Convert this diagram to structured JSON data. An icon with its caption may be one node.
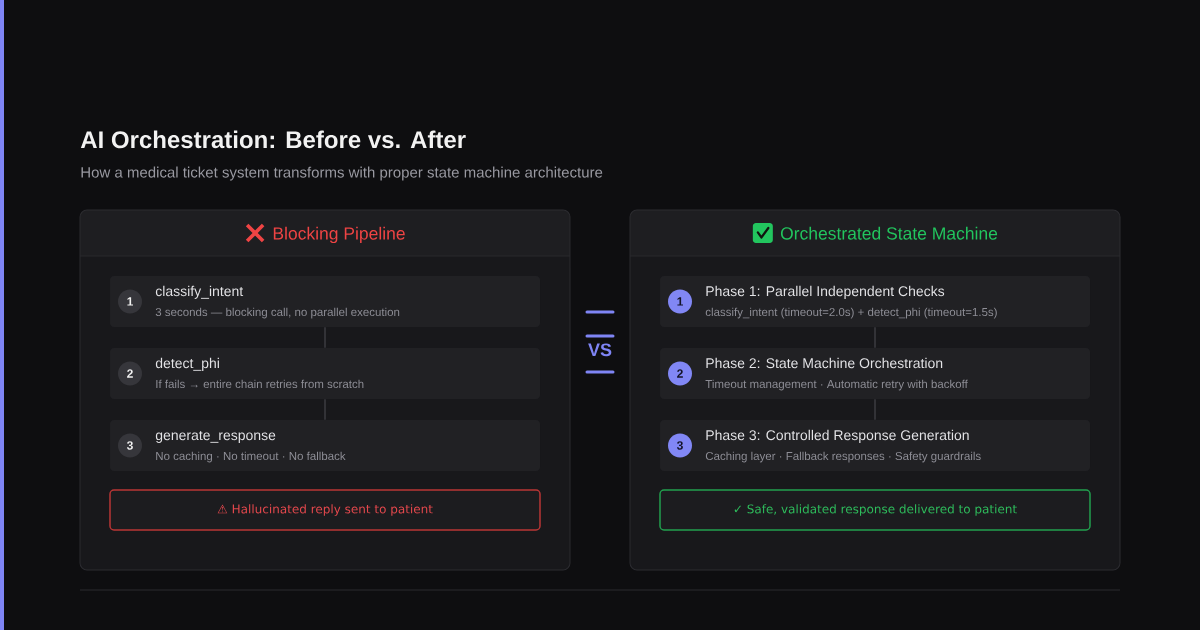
{
  "diagram": {
    "title": "AI Orchestration: Before vs. After",
    "nodes": [
      {
        "text": [
          "Blocking Pipeline"
        ]
      },
      {
        "text": [
          "classify_intent",
          "3 seconds — blocking call, no parallel execution"
        ],
        "in": 0
      },
      {
        "text": [
          "1"
        ],
        "in": 1
      },
      {
        "text": [
          "detect_phi",
          "If fails → entire chain retries from scratch"
        ],
        "in": 0
      },
      {
        "text": [
          "2"
        ],
        "in": 3
      },
      {
        "text": [
          "generate_response",
          "No caching · No timeout · No fallback"
        ],
        "in": 0
      },
      {
        "text": [
          "3"
        ],
        "in": 5
      },
      {
        "text": [
          "⚠ Hallucinated reply sent to patient"
        ],
        "in": 0
      },
      {
        "text": [
          "Orchestrated State Machine"
        ]
      },
      {
        "text": [
          "Phase 1: Parallel Independent Checks",
          "classify_intent (timeout=2.0s) + detect_phi (timeout=1.5s)"
        ],
        "in": 8
      },
      {
        "text": [
          "1"
        ],
        "in": 9
      },
      {
        "text": [
          "Phase 2: State Machine Orchestration",
          "Timeout management · Automatic retry with backoff"
        ],
        "in": 8
      },
      {
        "text": [
          "2"
        ],
        "in": 11
      },
      {
        "text": [
          "Phase 3: Controlled Response Generation",
          "Caching layer · Fallback responses · Safety guardrails"
        ],
        "in": 8
      },
      {
        "text": [
          "3"
        ],
        "in": 13
      },
      {
        "text": [
          "✓ Safe, validated response delivered to patient"
        ],
        "in": 8
      }
    ],
    "edges": [
      {
        "from": 1,
        "to": 3,
        "arrow": "none"
      },
      {
        "from": 3,
        "to": 5,
        "arrow": "none"
      },
      {
        "from": 9,
        "to": 11,
        "arrow": "none"
      },
      {
        "from": 11,
        "to": 13,
        "arrow": "none"
      }
    ],
    "labels": [
      "How a medical ticket system transforms with proper state machine architecture",
      "VS"
    ]
  }
}
